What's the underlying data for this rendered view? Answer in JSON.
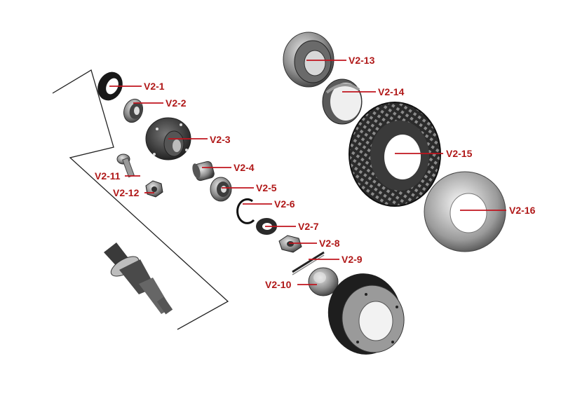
{
  "colors": {
    "label": "#b01818",
    "leader": "#c0141e",
    "part_dark": "#2a2a2a",
    "part_mid": "#7a7a7a",
    "part_light": "#c9c9c9"
  },
  "labels": {
    "v2_1": "V2-1",
    "v2_2": "V2-2",
    "v2_3": "V2-3",
    "v2_4": "V2-4",
    "v2_5": "V2-5",
    "v2_6": "V2-6",
    "v2_7": "V2-7",
    "v2_8": "V2-8",
    "v2_9": "V2-9",
    "v2_10": "V2-10",
    "v2_11": "V2-11",
    "v2_12": "V2-12",
    "v2_13": "V2-13",
    "v2_14": "V2-14",
    "v2_15": "V2-15",
    "v2_16": "V2-16"
  },
  "parts": [
    {
      "id": "v2_1",
      "icon": "seal-ring-icon"
    },
    {
      "id": "v2_2",
      "icon": "bearing-icon"
    },
    {
      "id": "v2_3",
      "icon": "hub-flange-icon"
    },
    {
      "id": "v2_4",
      "icon": "spacer-sleeve-icon"
    },
    {
      "id": "v2_5",
      "icon": "bearing-icon"
    },
    {
      "id": "v2_6",
      "icon": "circlip-icon"
    },
    {
      "id": "v2_7",
      "icon": "washer-icon"
    },
    {
      "id": "v2_8",
      "icon": "castle-nut-icon"
    },
    {
      "id": "v2_9",
      "icon": "split-pin-icon"
    },
    {
      "id": "v2_10",
      "icon": "hub-cap-icon"
    },
    {
      "id": "v2_11",
      "icon": "wheel-bolt-icon"
    },
    {
      "id": "v2_12",
      "icon": "nut-icon"
    },
    {
      "id": "v2_13",
      "icon": "wheel-rim-icon"
    },
    {
      "id": "v2_14",
      "icon": "rim-band-icon"
    },
    {
      "id": "v2_15",
      "icon": "tyre-icon"
    },
    {
      "id": "v2_16",
      "icon": "inner-tube-icon"
    }
  ]
}
